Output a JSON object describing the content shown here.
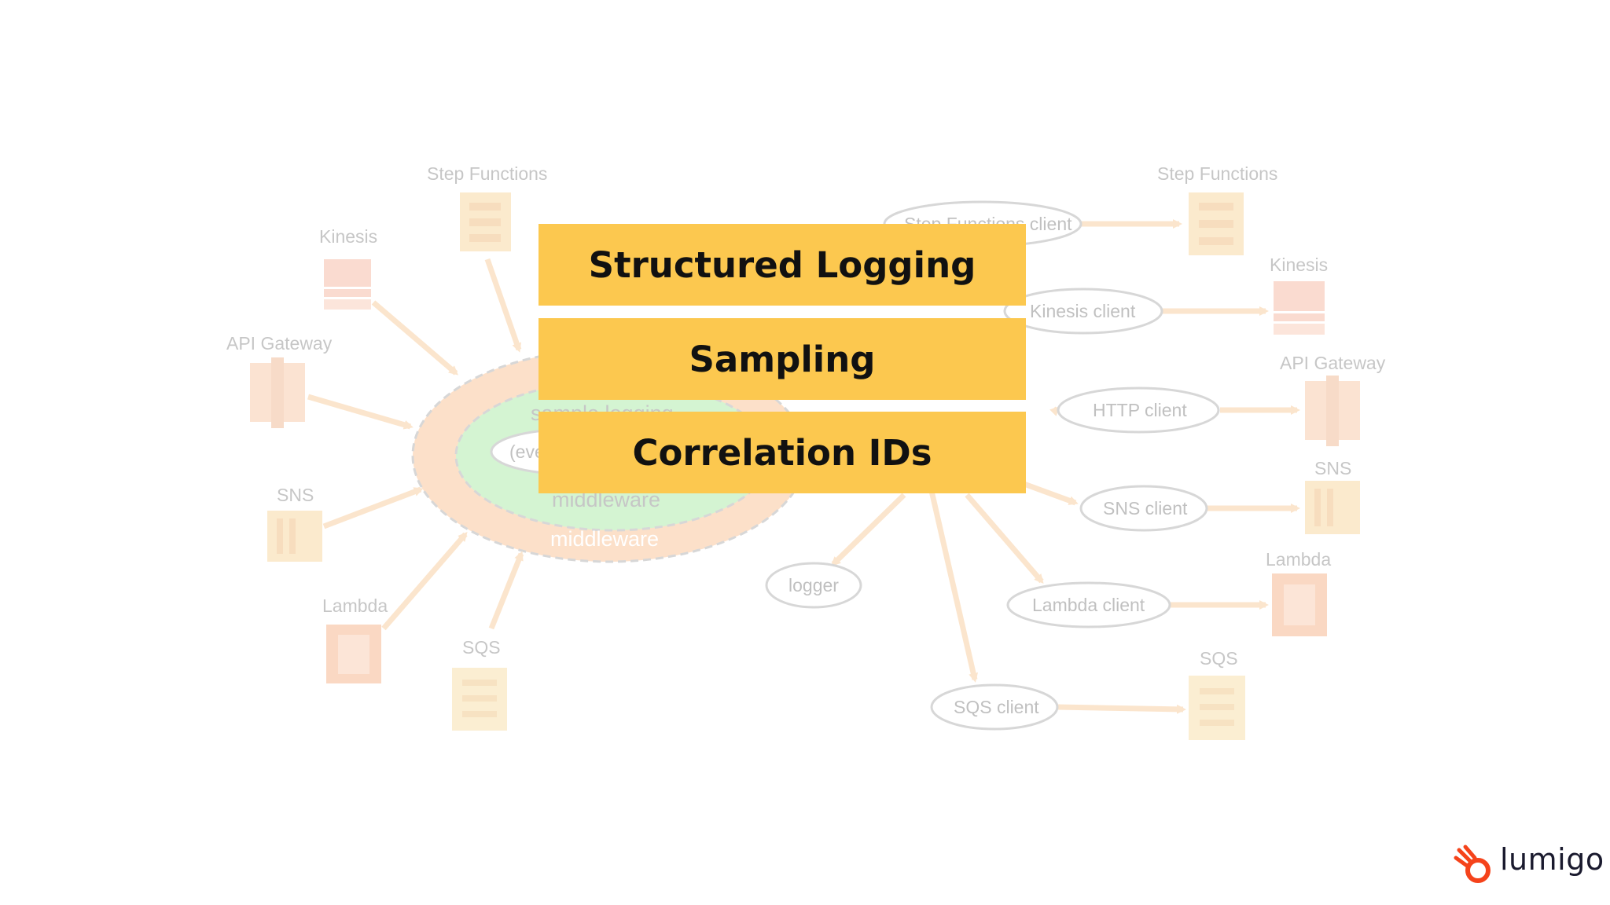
{
  "banners": {
    "structured_logging": "Structured Logging",
    "sampling": "Sampling",
    "correlation_ids": "Correlation IDs"
  },
  "inbound": {
    "step_functions": "Step Functions",
    "kinesis": "Kinesis",
    "api_gateway": "API Gateway",
    "sns": "SNS",
    "lambda": "Lambda",
    "sqs": "SQS"
  },
  "outbound": {
    "step_functions": "Step Functions",
    "kinesis": "Kinesis",
    "api_gateway": "API Gateway",
    "sns": "SNS",
    "lambda": "Lambda",
    "sqs": "SQS"
  },
  "clients": {
    "step_functions": "Step Functions client",
    "kinesis": "Kinesis client",
    "http": "HTTP client",
    "sns": "SNS client",
    "lambda": "Lambda client",
    "sqs": "SQS client",
    "logger": "logger"
  },
  "ring": {
    "outer": "middleware",
    "inner": "middleware",
    "sample_logging": "sample logging",
    "event": "(event)"
  },
  "brand": {
    "name": "lumigo",
    "color": "#f5431b"
  },
  "colors": {
    "banner": "#fcc84f",
    "arrow": "#f4b36b",
    "outer_ring": "#f7a35e",
    "inner_ring": "#7fe07a"
  }
}
